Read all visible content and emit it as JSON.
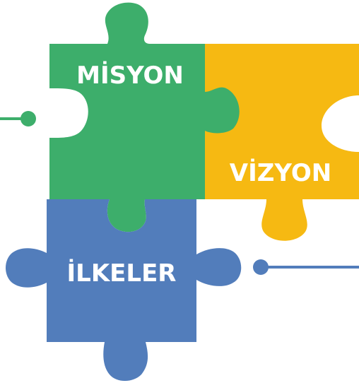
{
  "pieces": {
    "mission": {
      "label": "MİSYON",
      "color": "#3DAE6B"
    },
    "vision": {
      "label": "VİZYON",
      "color": "#F6B912"
    },
    "principles": {
      "label": "İLKELER",
      "color": "#527DBB"
    }
  },
  "connectors": {
    "color": "#2E9E5B",
    "right_color": "#527DBB"
  }
}
